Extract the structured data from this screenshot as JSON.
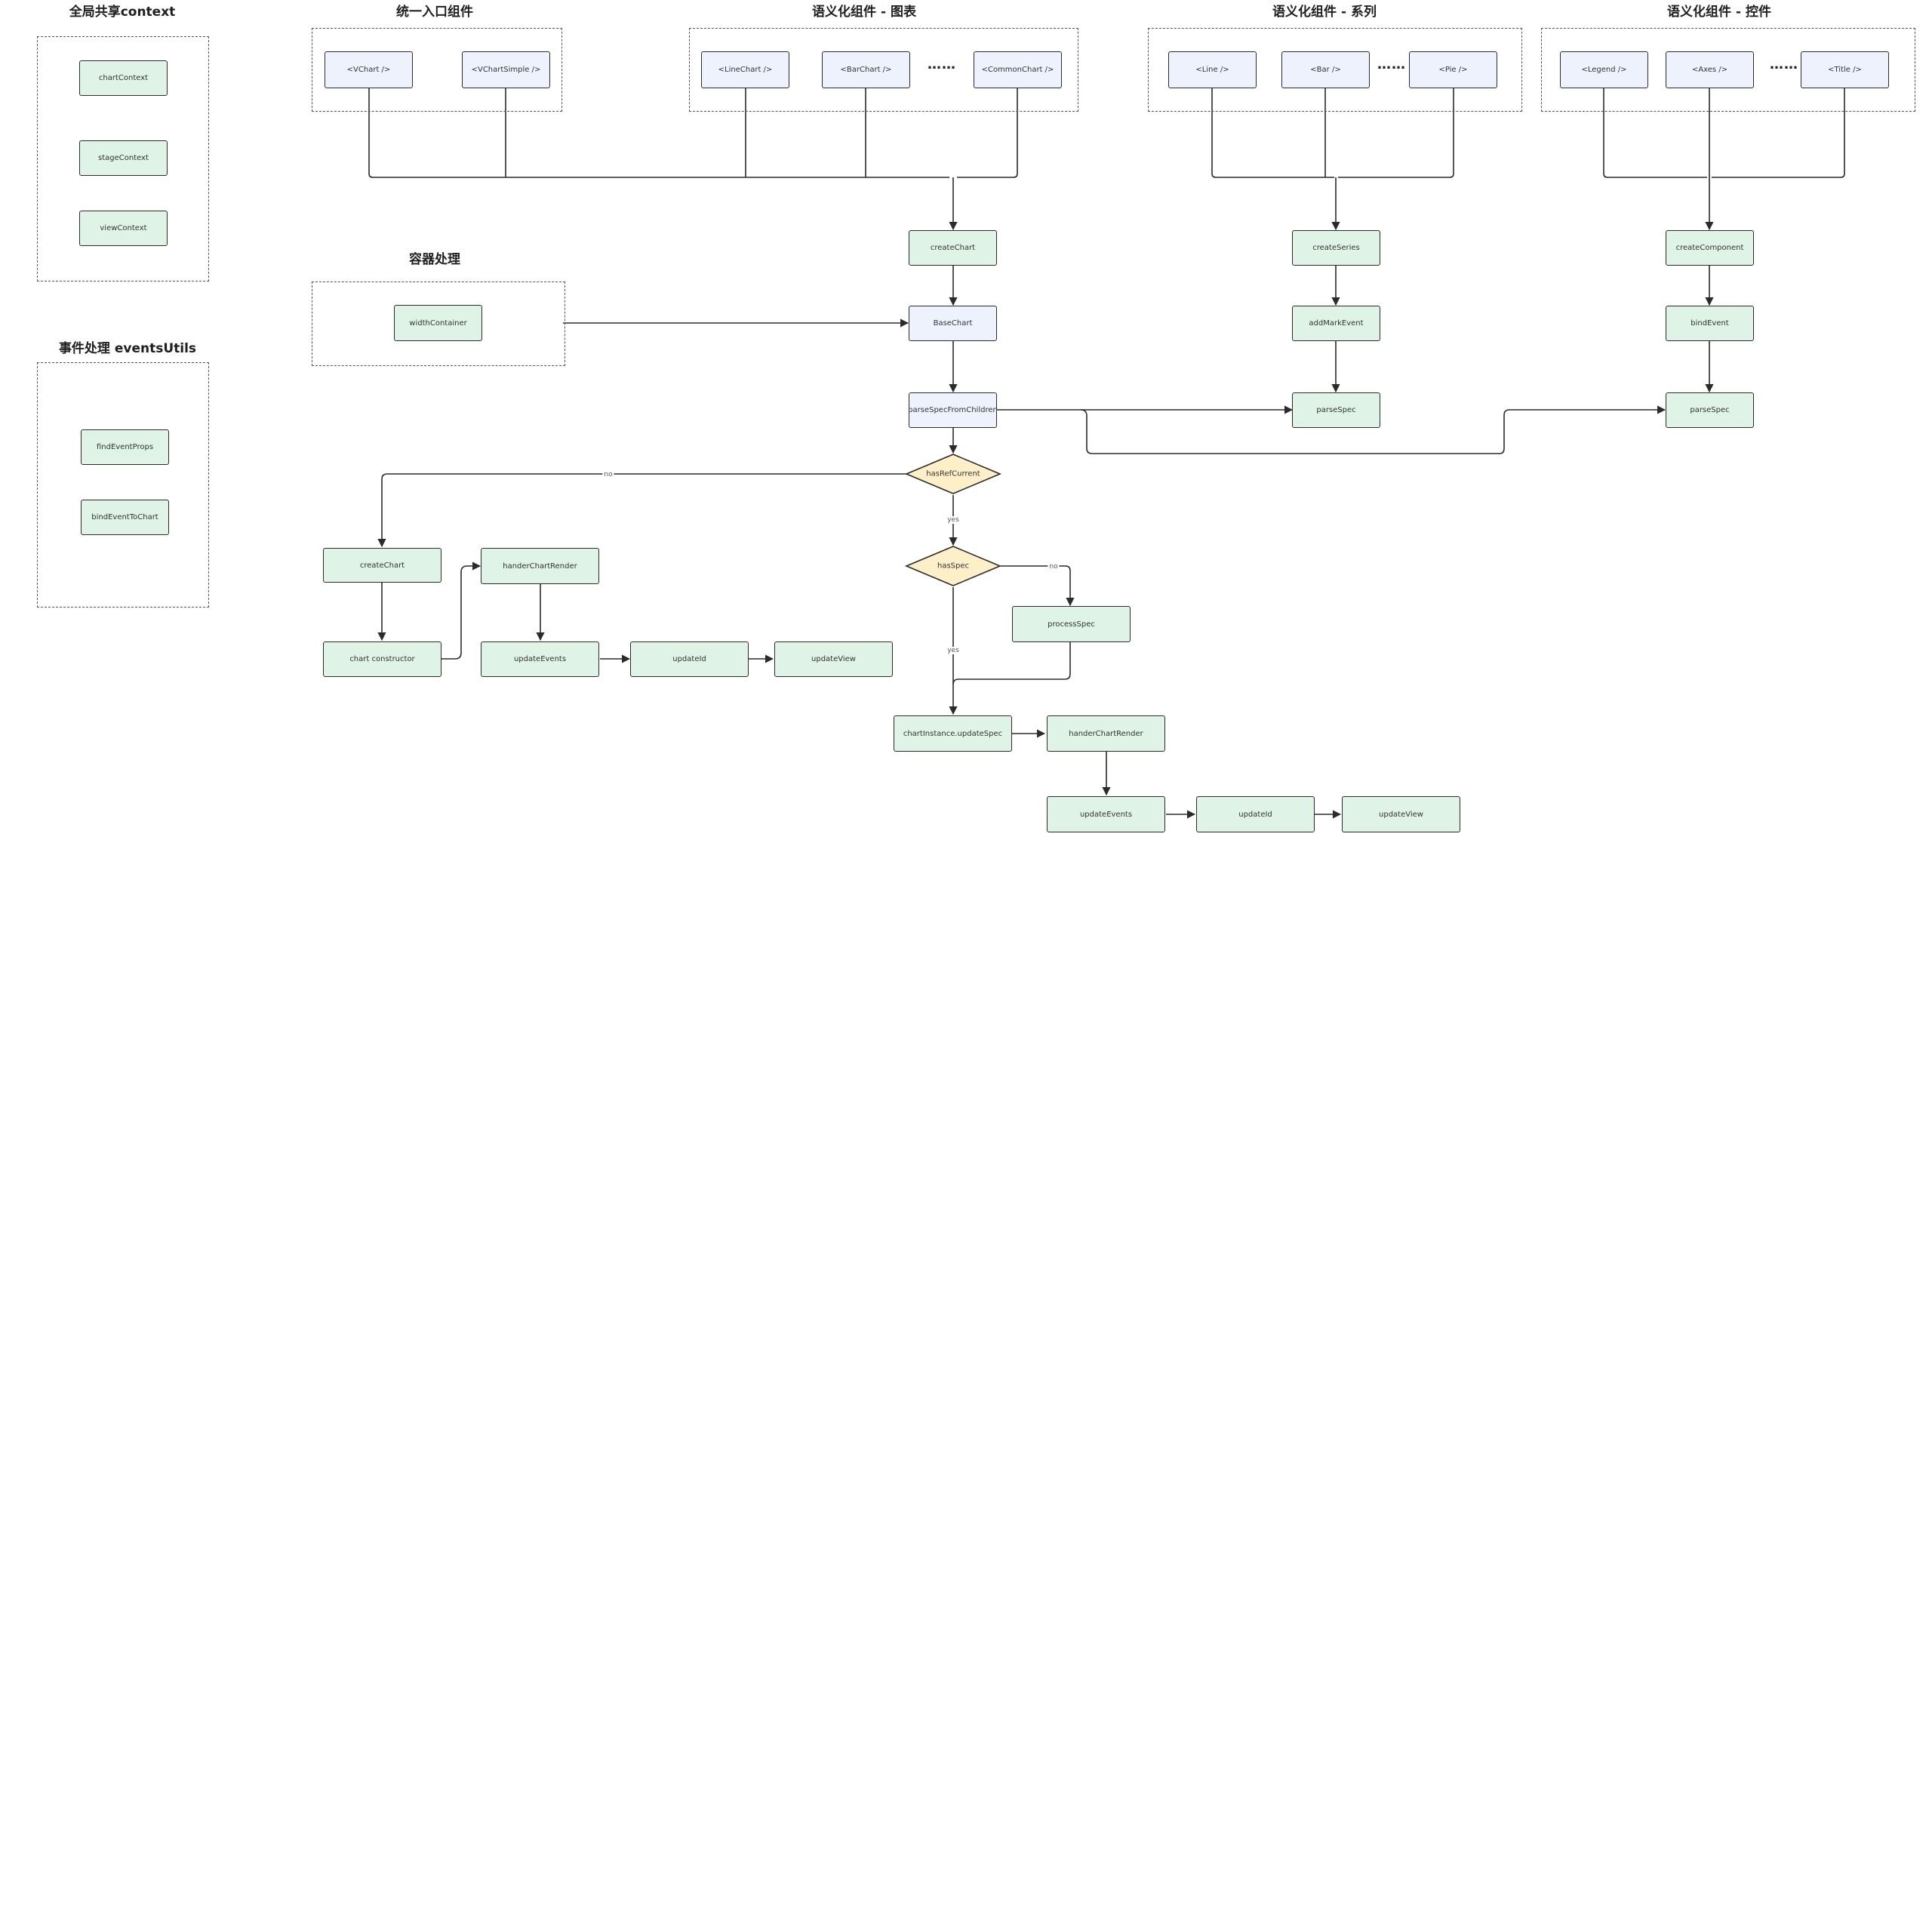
{
  "titles": {
    "context": "全局共享context",
    "entry": "统一入口组件",
    "chart": "语义化组件 - 图表",
    "series": "语义化组件 - 系列",
    "component": "语义化组件 - 控件",
    "container": "容器处理",
    "events": "事件处理 eventsUtils"
  },
  "context": {
    "chart": "chartContext",
    "stage": "stageContext",
    "view": "viewContext"
  },
  "events_utils": {
    "find": "findEventProps",
    "bind": "bindEventToChart"
  },
  "entry": {
    "vchart": "<VChart />",
    "simple": "<VChartSimple />"
  },
  "chart_components": {
    "line": "<LineChart />",
    "bar": "<BarChart />",
    "common": "<CommonChart />"
  },
  "series_components": {
    "line": "<Line />",
    "bar": "<Bar />",
    "pie": "<Pie />"
  },
  "control_components": {
    "legend": "<Legend />",
    "axes": "<Axes />",
    "title": "<Title />"
  },
  "ellipsis": "……",
  "container": {
    "width": "widthContainer"
  },
  "main": {
    "create_chart": "createChart",
    "base_chart": "BaseChart",
    "parse_children": "parseSpecFromChildren",
    "has_ref": "hasRefCurrent",
    "has_spec": "hasSpec",
    "process_spec": "processSpec",
    "update_spec": "chartInstance.updateSpec",
    "render2": "handerChartRender",
    "events2": "updateEvents",
    "id2": "updateId",
    "view2": "updateView"
  },
  "left_flow": {
    "create": "createChart",
    "constructor": "chart constructor",
    "render": "handerChartRender",
    "events": "updateEvents",
    "id": "updateId",
    "view": "updateView"
  },
  "series_flow": {
    "create": "createSeries",
    "add": "addMarkEvent",
    "parse": "parseSpec"
  },
  "component_flow": {
    "create": "createComponent",
    "bind": "bindEvent",
    "parse": "parseSpec"
  },
  "labels": {
    "no": "no",
    "yes": "yes"
  },
  "colors": {
    "green": "#dff3e6",
    "blue": "#eef2fc",
    "diamond": "#fdf0c8",
    "line": "#2b2b2b"
  }
}
